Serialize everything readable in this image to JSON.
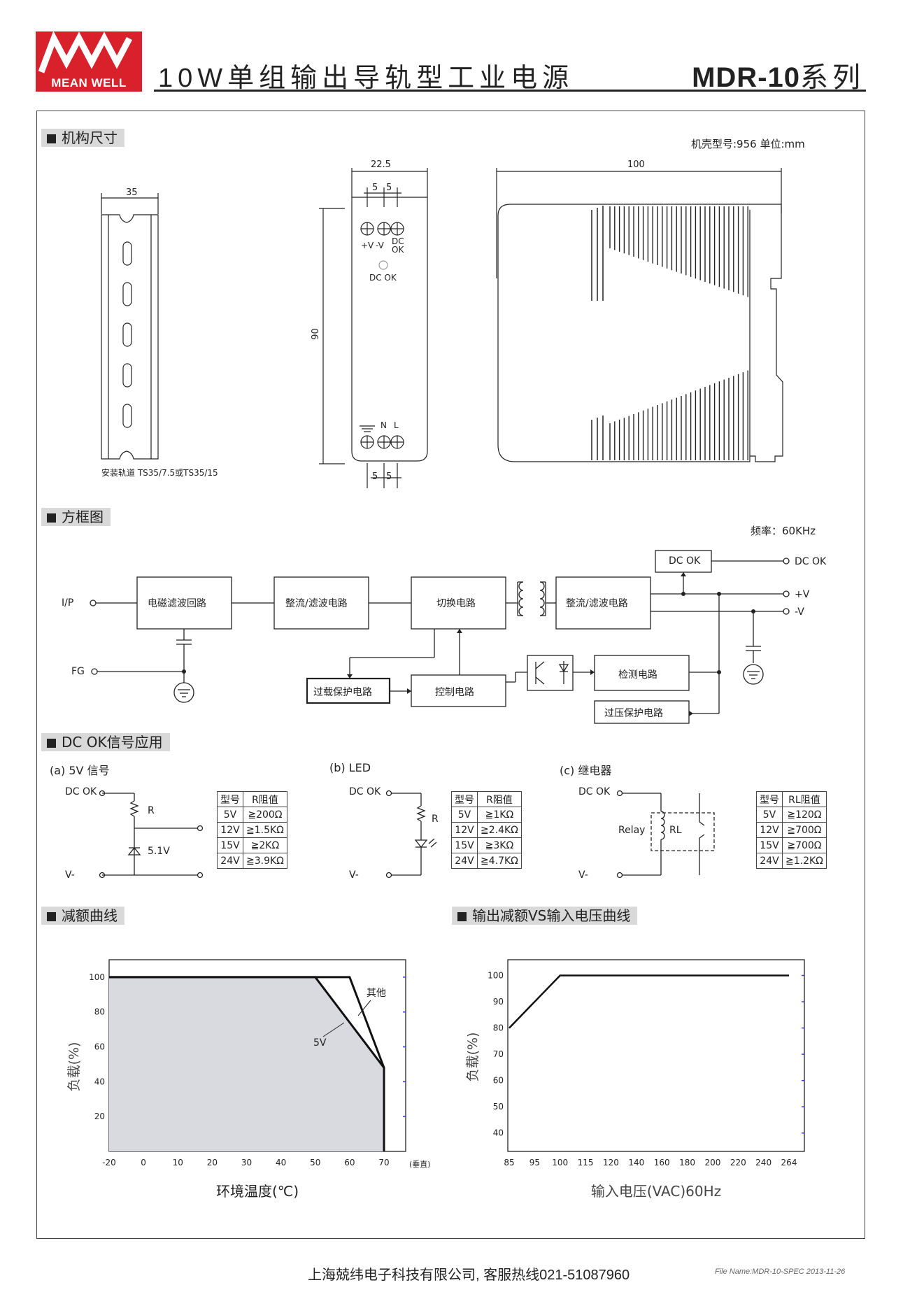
{
  "header": {
    "logo_text": "MEAN WELL",
    "logo_mark": "MW",
    "title": "10W单组输出导轨型工业电源",
    "series_model": "MDR-10",
    "series_suffix": "系列"
  },
  "sections": {
    "mechanical": "机构尺寸",
    "block_diagram": "方框图",
    "dcok": "DC OK信号应用",
    "derating": "减额曲线",
    "output_derating": "输出减额VS输入电压曲线"
  },
  "mechanical": {
    "case_info": "机壳型号:956 单位:mm",
    "rail_width": "35",
    "rail_caption": "安装轨道 TS35/7.5或TS35/15",
    "front_width": "22.5",
    "pitch_a": "5",
    "pitch_b": "5",
    "height": "90",
    "term_top_1": "+V",
    "term_top_2": "-V",
    "term_top_3a": "DC",
    "term_top_3b": "OK",
    "led_label": "DC OK",
    "term_bot_2": "N",
    "term_bot_3": "L",
    "side_length": "100"
  },
  "block": {
    "freq": "频率：60KHz",
    "ip": "I/P",
    "fg": "FG",
    "emi": "电磁滤波回路",
    "rect1": "整流/滤波电路",
    "switch": "切换电路",
    "rect2": "整流/滤波电路",
    "dcok_box": "DC OK",
    "out_dcok": "DC OK",
    "out_pv": "+V",
    "out_nv": "-V",
    "olp": "过载保护电路",
    "control": "控制电路",
    "detect": "检测电路",
    "ovp": "过压保护电路"
  },
  "dcok_app": {
    "a_title": "(a) 5V 信号",
    "b_title": "(b) LED",
    "c_title": "(c) 继电器",
    "dcok": "DC OK",
    "vminus": "V-",
    "r": "R",
    "zener": "5.1V",
    "relay": "Relay",
    "rl": "RL",
    "table_a": {
      "headers": [
        "型号",
        "R阻值"
      ],
      "rows": [
        [
          "5V",
          "≧200Ω"
        ],
        [
          "12V",
          "≧1.5KΩ"
        ],
        [
          "15V",
          "≧2KΩ"
        ],
        [
          "24V",
          "≧3.9KΩ"
        ]
      ]
    },
    "table_b": {
      "headers": [
        "型号",
        "R阻值"
      ],
      "rows": [
        [
          "5V",
          "≧1KΩ"
        ],
        [
          "12V",
          "≧2.4KΩ"
        ],
        [
          "15V",
          "≧3KΩ"
        ],
        [
          "24V",
          "≧4.7KΩ"
        ]
      ]
    },
    "table_c": {
      "headers": [
        "型号",
        "RL阻值"
      ],
      "rows": [
        [
          "5V",
          "≧120Ω"
        ],
        [
          "12V",
          "≧700Ω"
        ],
        [
          "15V",
          "≧700Ω"
        ],
        [
          "24V",
          "≧1.2KΩ"
        ]
      ]
    }
  },
  "chart_data": [
    {
      "type": "area",
      "xlabel": "环境温度(℃)",
      "ylabel": "负载(%)",
      "x_note": "(垂直)",
      "x_ticks": [
        -20,
        0,
        10,
        20,
        30,
        40,
        50,
        60,
        70
      ],
      "y_ticks": [
        20,
        40,
        60,
        80,
        100
      ],
      "xlim": [
        -20,
        75
      ],
      "ylim": [
        0,
        110
      ],
      "series": [
        {
          "name": "其他",
          "x": [
            -20,
            60,
            70,
            70
          ],
          "y": [
            100,
            100,
            48,
            0
          ]
        },
        {
          "name": "5V",
          "x": [
            -20,
            50,
            70,
            70
          ],
          "y": [
            100,
            100,
            48,
            0
          ]
        }
      ]
    },
    {
      "type": "line",
      "xlabel": "输入电压(VAC)60Hz",
      "ylabel": "负载(%)",
      "x_ticks": [
        85,
        95,
        100,
        115,
        120,
        140,
        160,
        180,
        200,
        220,
        240,
        264
      ],
      "y_ticks": [
        40,
        50,
        60,
        70,
        80,
        90,
        100
      ],
      "ylim": [
        33,
        106
      ],
      "series": [
        {
          "name": "",
          "x": [
            85,
            100,
            264
          ],
          "y": [
            80,
            100,
            100
          ]
        }
      ]
    }
  ],
  "footer": {
    "company": "上海兢纬电子科技有限公司, 客服热线021-51087960",
    "filename": "File Name:MDR-10-SPEC   2013-11-26"
  }
}
